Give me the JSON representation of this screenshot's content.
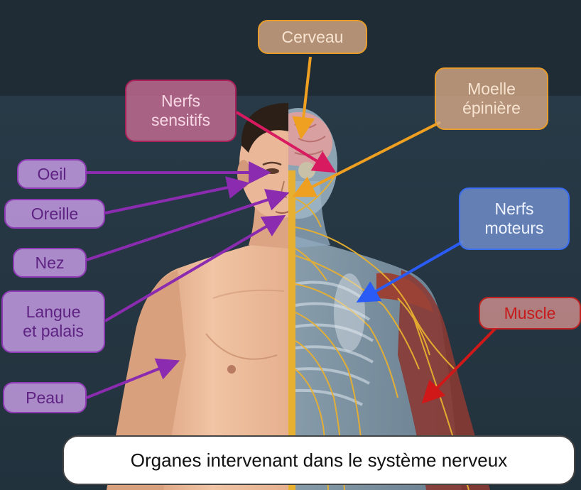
{
  "labels": {
    "cerveau": "Cerveau",
    "nerfs_sensitifs": [
      "Nerfs",
      "sensitifs"
    ],
    "moelle": [
      "Moelle",
      "épinière"
    ],
    "oeil": "Oeil",
    "oreille": "Oreille",
    "nez": "Nez",
    "langue": [
      "Langue",
      "et palais"
    ],
    "peau": "Peau",
    "nerfs_moteurs": [
      "Nerfs",
      "moteurs"
    ],
    "muscle": "Muscle"
  },
  "caption": "Organes intervenant dans le système nerveux",
  "colors": {
    "purple_arrow": "#8a2bb0",
    "pink_arrow": "#d81b60",
    "orange_arrow": "#f0a020",
    "blue_arrow": "#2a5cf5",
    "red_arrow": "#d01818",
    "skin": "#e9b694",
    "nerve": "#e8b030"
  }
}
